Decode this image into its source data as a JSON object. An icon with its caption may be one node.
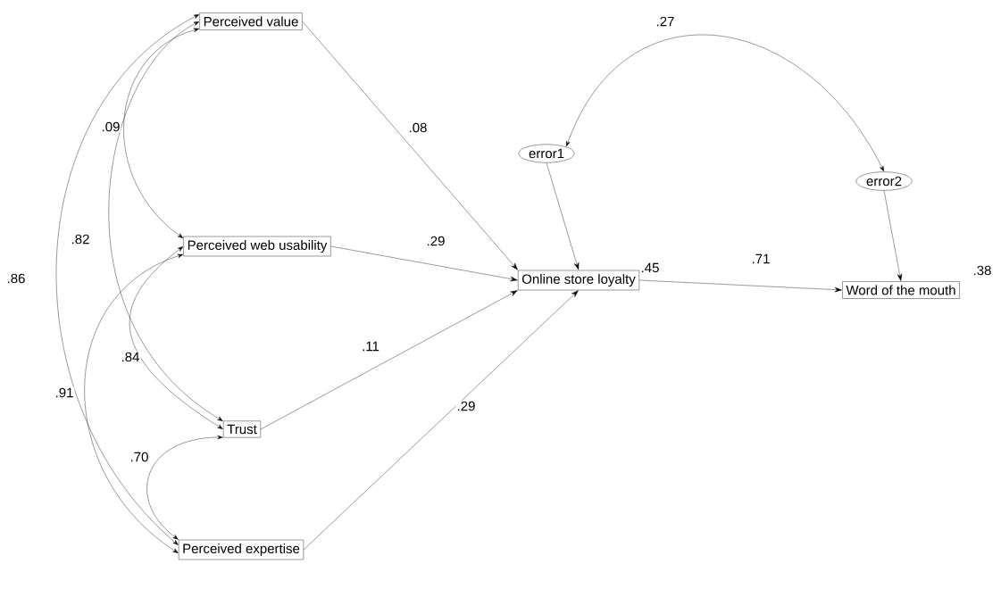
{
  "diagram": {
    "nodes": [
      {
        "text": [
          "Perceived value"
        ]
      },
      {
        "text": [
          "Perceived web usability"
        ]
      },
      {
        "text": [
          "Trust"
        ]
      },
      {
        "text": [
          "Perceived expertise"
        ]
      },
      {
        "text": [
          "Online store loyalty"
        ],
        "beside": [
          ".45"
        ]
      },
      {
        "text": [
          "Word of the mouth"
        ],
        "beside": [
          ".38"
        ]
      },
      {
        "text": [
          "error1"
        ]
      },
      {
        "text": [
          "error2"
        ]
      }
    ],
    "edges": [
      {
        "from": 0,
        "to": 4,
        "arrow": "to",
        "label": ".08"
      },
      {
        "from": 1,
        "to": 4,
        "arrow": "to",
        "label": ".29"
      },
      {
        "from": 2,
        "to": 4,
        "arrow": "to",
        "label": ".11"
      },
      {
        "from": 3,
        "to": 4,
        "arrow": "to",
        "label": ".29"
      },
      {
        "from": 6,
        "to": 4,
        "arrow": "to"
      },
      {
        "from": 7,
        "to": 5,
        "arrow": "to"
      },
      {
        "from": 4,
        "to": 5,
        "arrow": "to",
        "label": ".71"
      },
      {
        "from": 0,
        "to": 1,
        "arrow": "both",
        "label": ".09"
      },
      {
        "from": 0,
        "to": 2,
        "arrow": "both",
        "label": ".82"
      },
      {
        "from": 0,
        "to": 3,
        "arrow": "both",
        "label": ".86"
      },
      {
        "from": 1,
        "to": 2,
        "arrow": "both",
        "label": ".84"
      },
      {
        "from": 1,
        "to": 3,
        "arrow": "both",
        "label": ".91"
      },
      {
        "from": 2,
        "to": 3,
        "arrow": "both",
        "label": ".70"
      },
      {
        "from": 6,
        "to": 7,
        "arrow": "both",
        "label": ".27"
      }
    ]
  }
}
